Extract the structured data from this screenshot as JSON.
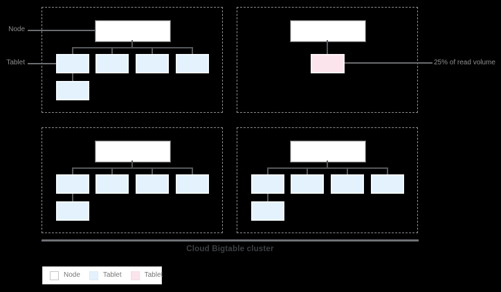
{
  "diagram": {
    "caption": "Cloud Bigtable cluster",
    "labels": {
      "node": "Node",
      "tablet": "Tablet",
      "read_volume": "25% of read volume"
    },
    "colors": {
      "node_fill": "#ffffff",
      "tablet_fill": "#e3f2fd",
      "hot_tablet_fill": "#fce4ec",
      "connector": "#55585b",
      "dashed_border": "#8f8f8f"
    },
    "clusters": [
      {
        "position": "top-left",
        "nodes": 1,
        "tablets": 5,
        "hot_tablets": 0
      },
      {
        "position": "top-right",
        "nodes": 1,
        "tablets": 0,
        "hot_tablets": 1,
        "annotation": "25% of read volume"
      },
      {
        "position": "bottom-left",
        "nodes": 1,
        "tablets": 5,
        "hot_tablets": 0
      },
      {
        "position": "bottom-right",
        "nodes": 1,
        "tablets": 5,
        "hot_tablets": 0
      }
    ],
    "legend": {
      "items": [
        {
          "label": "Node",
          "color": "#ffffff"
        },
        {
          "label": "Tablet",
          "color": "#e3f2fd"
        },
        {
          "label": "Tablet",
          "color": "#fce4ec"
        }
      ]
    }
  }
}
